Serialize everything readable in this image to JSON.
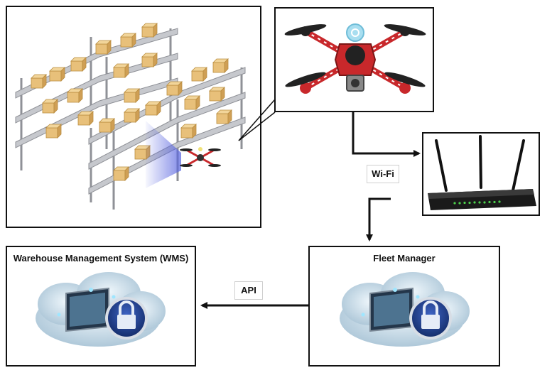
{
  "labels": {
    "wifi": "Wi-Fi",
    "api": "API"
  },
  "boxes": {
    "wms_title": "Warehouse Management System (WMS)",
    "fleet_title": "Fleet Manager"
  },
  "icons": {
    "warehouse": "warehouse-shelves-illustration",
    "drone": "quadcopter-drone-icon",
    "router": "wifi-router-icon",
    "cloud": "secure-cloud-icon"
  },
  "colors": {
    "box_color": "#e8c07a",
    "shelf_color": "#9a9ca2",
    "drone_red": "#c8282b",
    "scan_blue": "#5a66e0",
    "cloud_blue": "#cfe3ef",
    "lock_blue": "#1f3f8c"
  }
}
